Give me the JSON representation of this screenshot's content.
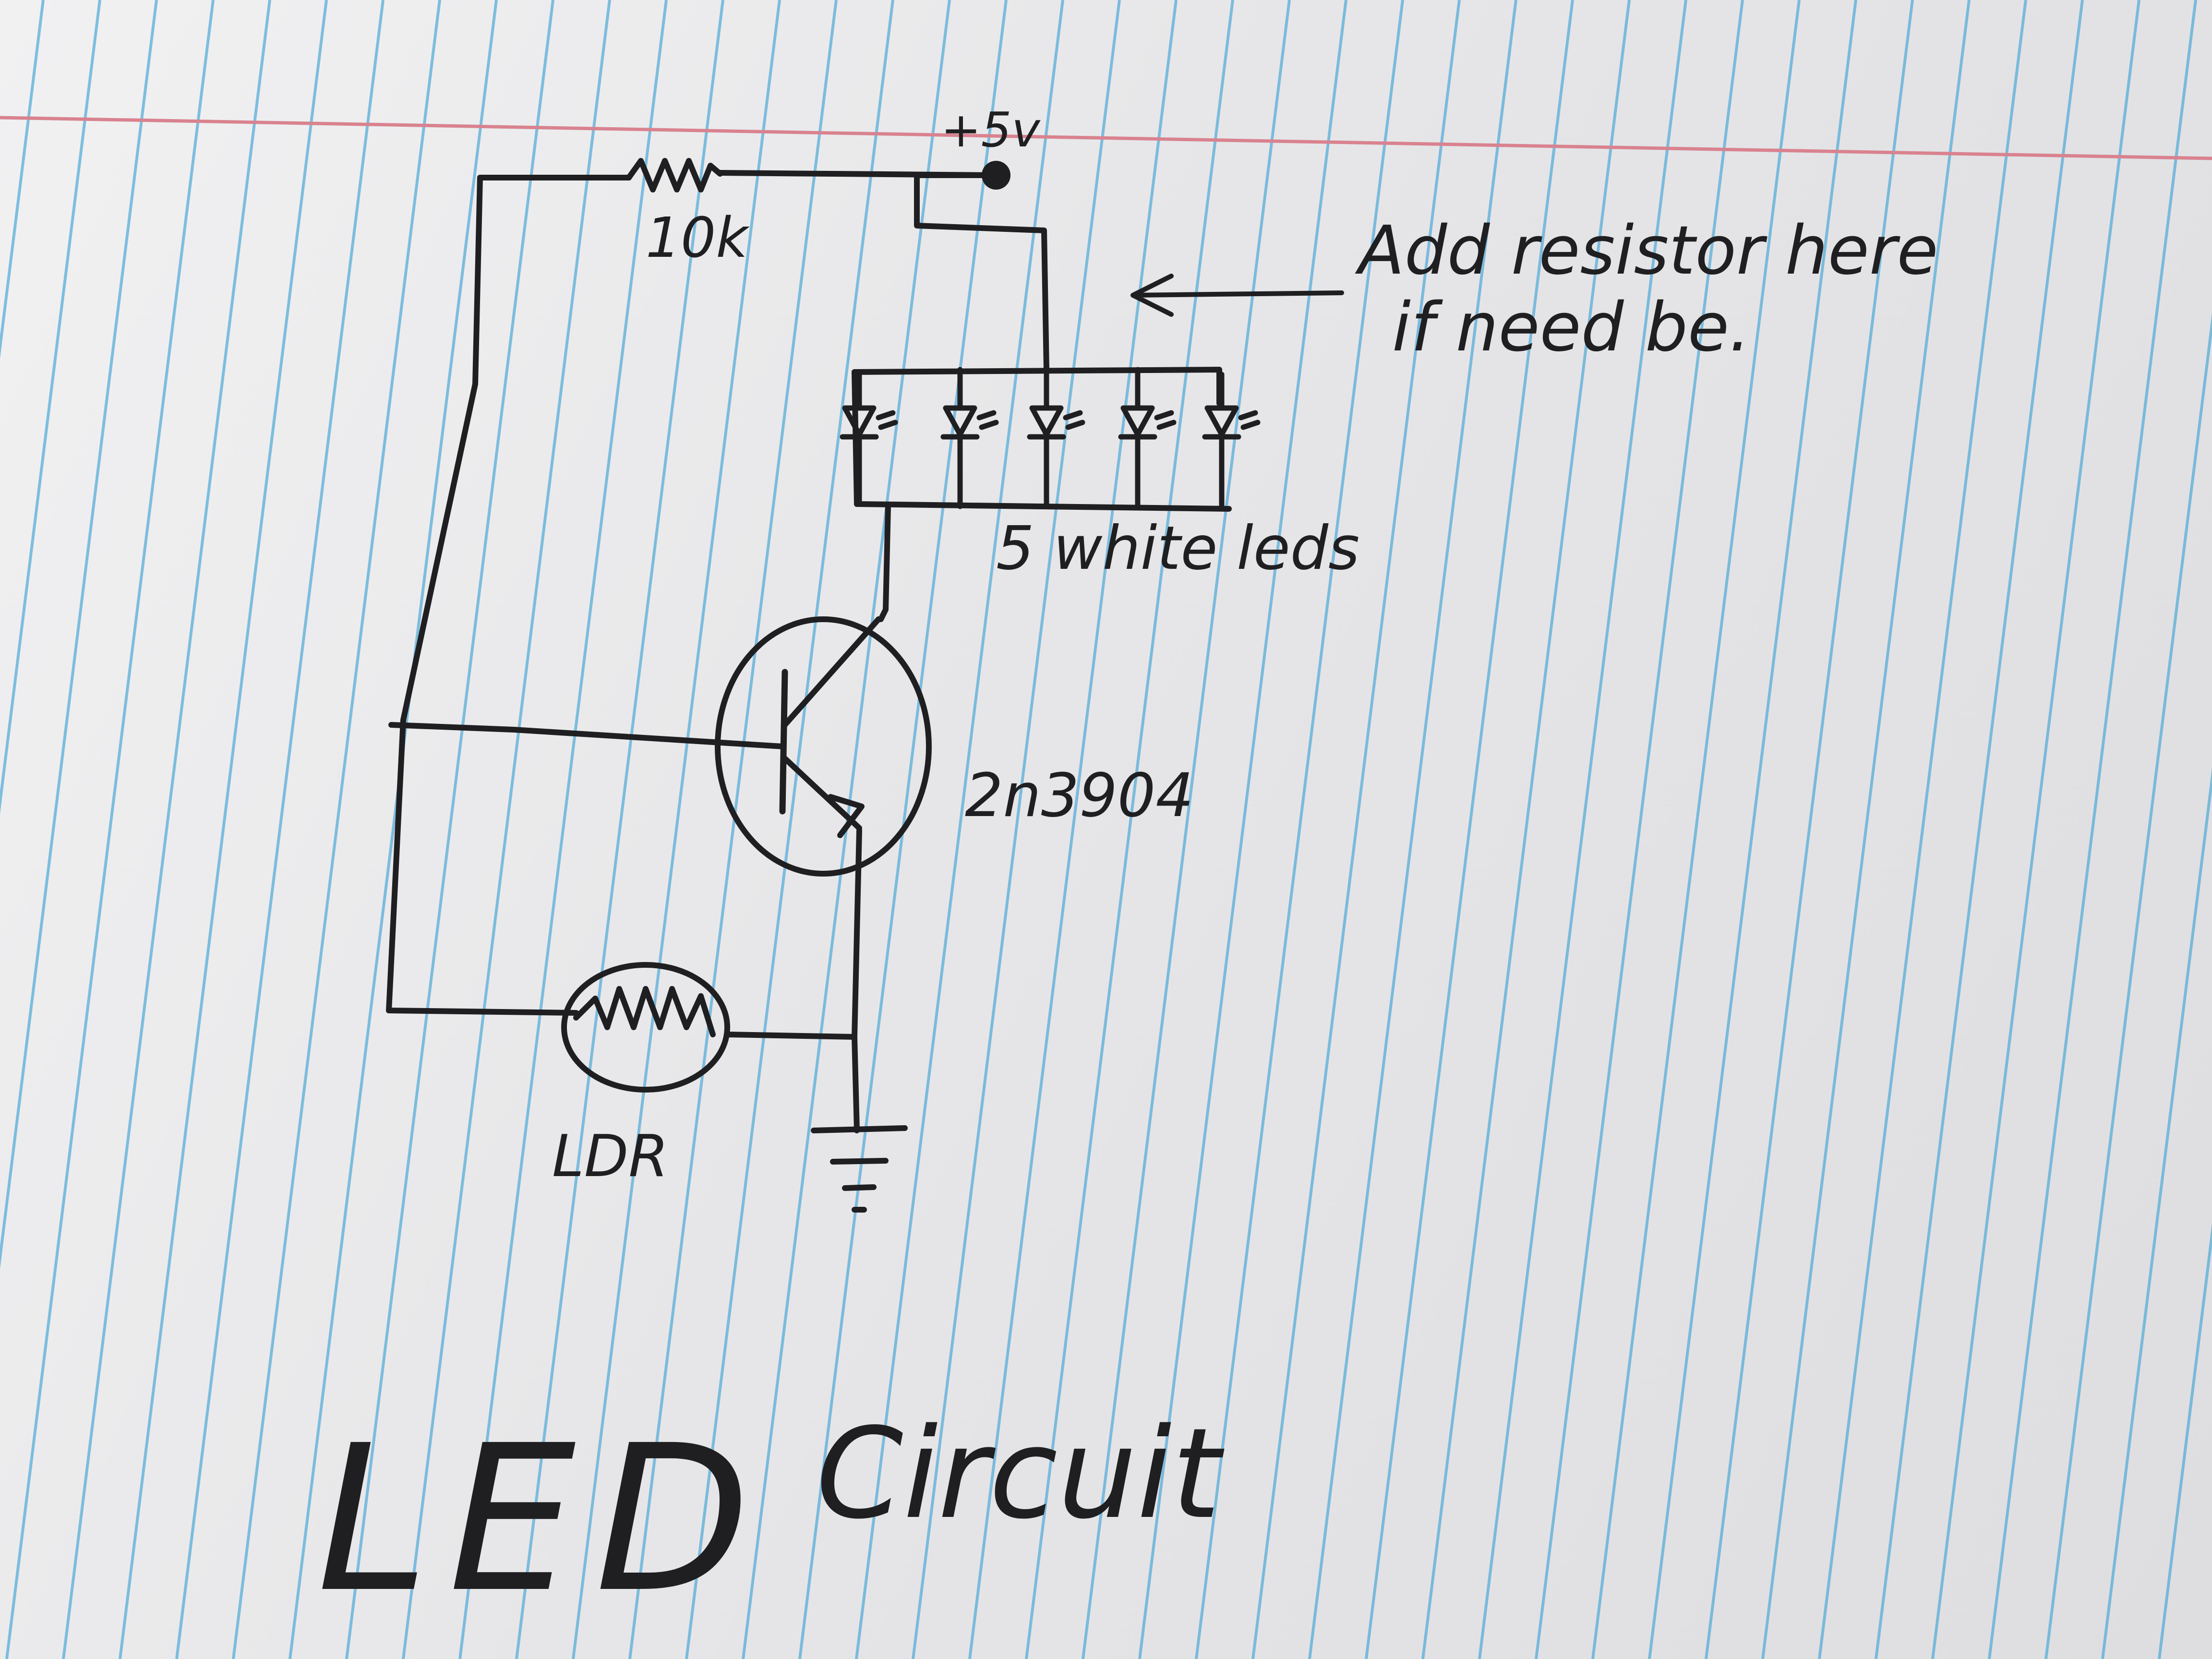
{
  "colors": {
    "paper": "#ececed",
    "rule_line": "#4fa9d8",
    "margin_line": "#d9828f",
    "ink": "#1f1f22"
  },
  "labels": {
    "supply": "+5v",
    "resistor": "10k",
    "note_line1": "Add resistor here",
    "note_line2": "if need be.",
    "leds": "5 white leds",
    "transistor": "2n3904",
    "ldr": "LDR",
    "title_word1": "LED",
    "title_word2": "Circuit"
  }
}
